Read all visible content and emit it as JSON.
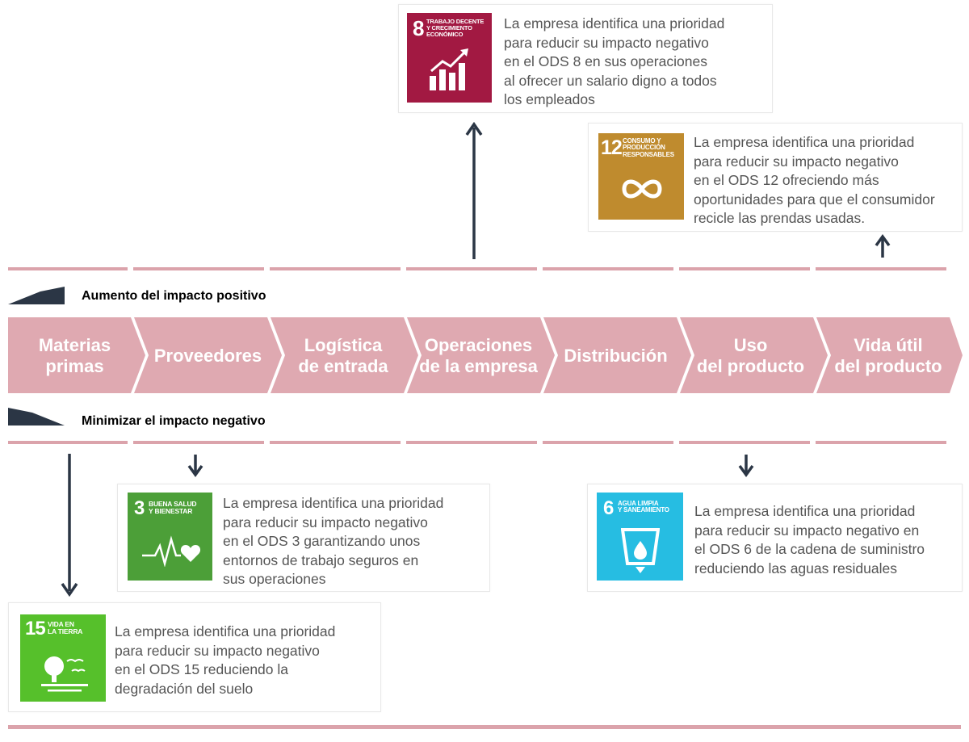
{
  "colors": {
    "rule": "#dba3ab",
    "chevron": "#dfa9b1",
    "arrow": "#2b3645",
    "sdg8": "#a21942",
    "sdg12": "#bf8b2e",
    "sdg3": "#4c9f38",
    "sdg6": "#26bde2",
    "sdg15": "#56c02b"
  },
  "legend": {
    "positive": "Aumento del impacto positivo",
    "negative": "Minimizar el impacto negativo"
  },
  "stages": [
    "Materias\nprimas",
    "Proveedores",
    "Logística\nde entrada",
    "Operaciones\nde la empresa",
    "Distribución",
    "Uso\ndel producto",
    "Vida útil\ndel producto"
  ],
  "cards": {
    "sdg8": {
      "number": "8",
      "title": "Trabajo decente\ny crecimiento\neconómico",
      "icon": "growth-chart-icon",
      "text": "La empresa identifica una prioridad\npara reducir su impacto negativo\nen el ODS 8 en sus operaciones\nal ofrecer un salario digno a todos\nlos empleados"
    },
    "sdg12": {
      "number": "12",
      "title": "Consumo y\nproducción\nresponsables",
      "icon": "infinity-loop-icon",
      "text": "La empresa identifica una prioridad\npara reducir su impacto negativo\nen el ODS 12 ofreciendo más\noportunidades para que el consumidor\nrecicle las prendas usadas."
    },
    "sdg3": {
      "number": "3",
      "title": "Buena salud\ny bienestar",
      "icon": "heartbeat-icon",
      "text": "La empresa identifica una prioridad\npara reducir su impacto negativo\nen el ODS 3 garantizando unos\nentornos de trabajo seguros en\nsus operaciones"
    },
    "sdg6": {
      "number": "6",
      "title": "Agua limpia\ny saneamiento",
      "icon": "water-glass-icon",
      "text": "La empresa identifica una prioridad\npara reducir su impacto negativo en\nel ODS 6 de la cadena de suministro\nreduciendo las aguas residuales"
    },
    "sdg15": {
      "number": "15",
      "title": "Vida en\nla tierra",
      "icon": "tree-birds-icon",
      "text": "La empresa identifica una prioridad\npara reducir su impacto negativo\nen el ODS 15 reduciendo la\ndegradación del suelo"
    }
  }
}
